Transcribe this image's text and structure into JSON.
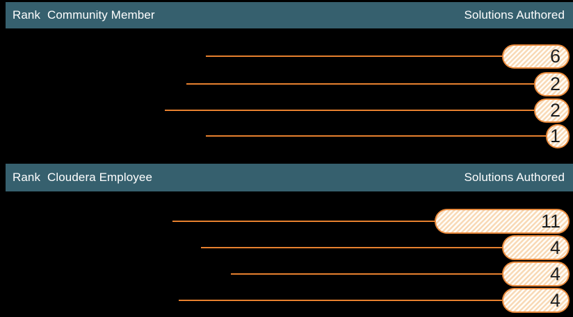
{
  "colors": {
    "page_background": "#000000",
    "header_background": "#36606E",
    "header_text": "#FFFFFF",
    "bar_line": "#E8812F",
    "pill_border": "#EA8A3C",
    "pill_fill": "#FFFDF8",
    "pill_stripe": "#F8D9B6",
    "value_text": "#1E1E1E"
  },
  "tables": [
    {
      "header": {
        "rank_label": "Rank",
        "member_label": "Community Member",
        "solutions_label": "Solutions Authored"
      },
      "rows": [
        {
          "solutions_authored": "6"
        },
        {
          "solutions_authored": "2"
        },
        {
          "solutions_authored": "2"
        },
        {
          "solutions_authored": "1"
        }
      ]
    },
    {
      "header": {
        "rank_label": "Rank",
        "member_label": "Cloudera Employee",
        "solutions_label": "Solutions Authored"
      },
      "rows": [
        {
          "solutions_authored": "11"
        },
        {
          "solutions_authored": "4"
        },
        {
          "solutions_authored": "4"
        },
        {
          "solutions_authored": "4"
        }
      ]
    }
  ]
}
